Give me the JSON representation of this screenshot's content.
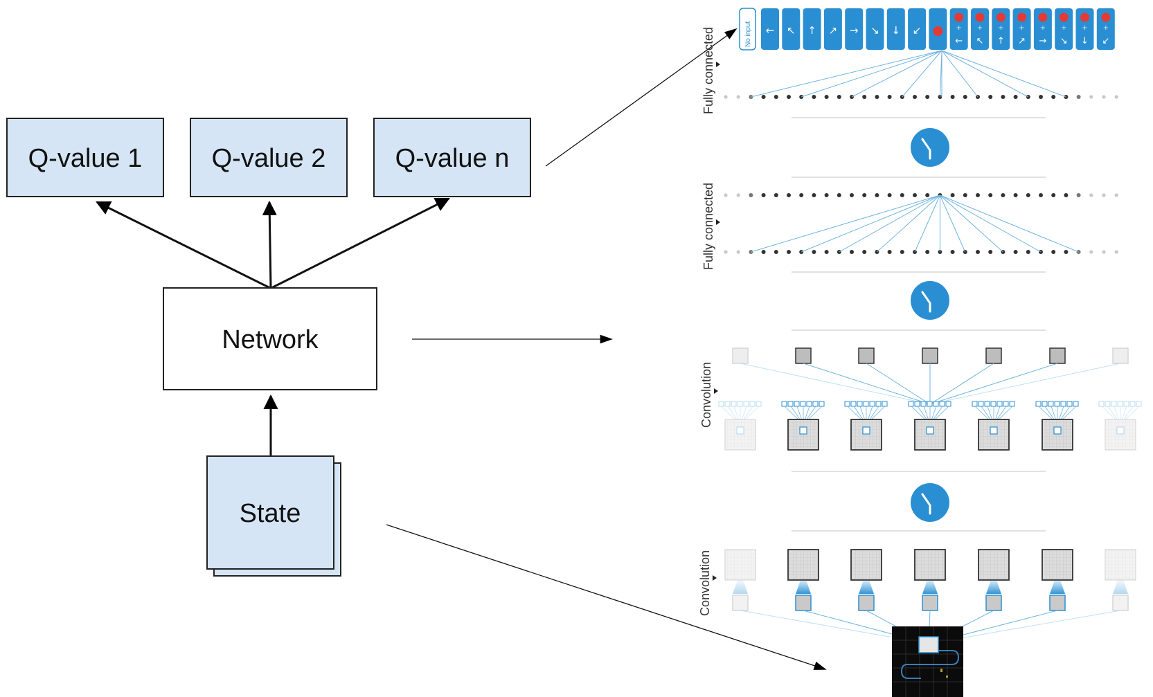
{
  "left": {
    "qvalues": [
      "Q-value 1",
      "Q-value 2",
      "Q-value n"
    ],
    "network_label": "Network",
    "state_label": "State"
  },
  "right": {
    "layer_labels": {
      "fc_top": "Fully connected",
      "fc_mid": "Fully connected",
      "conv_mid": "Convolution",
      "conv_bottom": "Convolution"
    },
    "no_input_label": "No input",
    "action_arrows": [
      "←",
      "↖",
      "↑",
      "↗",
      "→",
      "↘",
      "↓",
      "↙"
    ]
  },
  "colors": {
    "box_fill": "#d5e5f5",
    "box_stroke": "#222222",
    "accent_blue": "#2a8fd2",
    "line_blue": "#6fb3e0",
    "fire_red": "#e53935",
    "dark_node": "#333333",
    "light_node": "#c8c8c8"
  },
  "icons": {
    "relu": "relu-icon",
    "fire": "fire-icon",
    "arrow": "direction-arrow-icon"
  }
}
